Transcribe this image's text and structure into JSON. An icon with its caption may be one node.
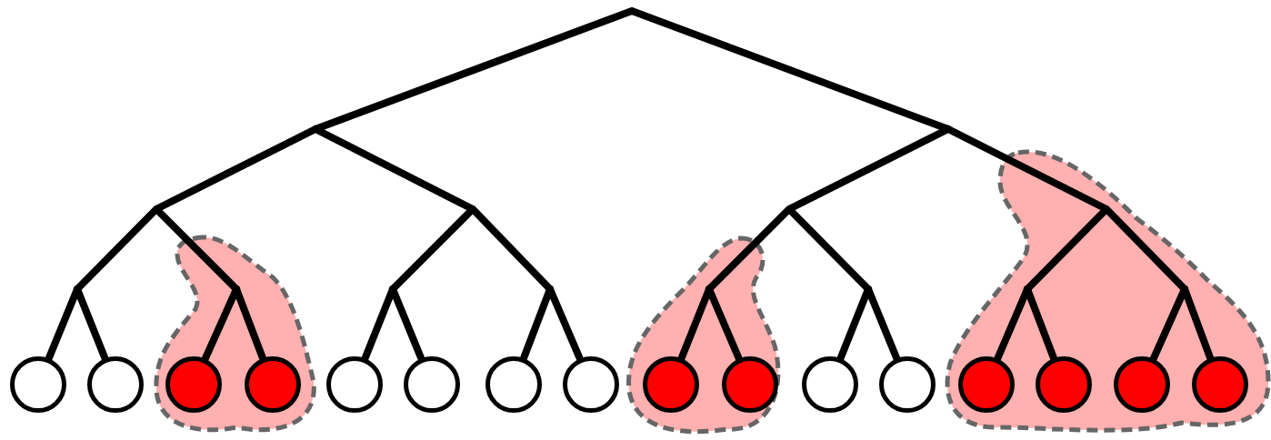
{
  "diagram": {
    "nodes": [
      {
        "text": [],
        "shape": "circle"
      },
      {
        "text": [],
        "shape": "circle"
      },
      {
        "text": [],
        "shape": "circle"
      },
      {
        "text": [],
        "shape": "circle"
      },
      {
        "text": [],
        "shape": "circle"
      },
      {
        "text": [],
        "shape": "circle"
      },
      {
        "text": [],
        "shape": "circle"
      },
      {
        "text": [],
        "shape": "circle"
      },
      {
        "text": [],
        "shape": "circle"
      },
      {
        "text": [],
        "shape": "circle"
      },
      {
        "text": [],
        "shape": "circle"
      },
      {
        "text": [],
        "shape": "circle"
      },
      {
        "text": [],
        "shape": "circle"
      },
      {
        "text": [],
        "shape": "circle"
      },
      {
        "text": [],
        "shape": "circle"
      },
      {
        "text": [],
        "shape": "circle"
      }
    ],
    "edges": [
      {
        "from": null,
        "to": 0,
        "arrow": "none"
      },
      {
        "from": null,
        "to": 1,
        "arrow": "none"
      },
      {
        "from": null,
        "to": 2,
        "arrow": "none"
      },
      {
        "from": null,
        "to": 3,
        "arrow": "none"
      },
      {
        "from": null,
        "to": 4,
        "arrow": "none"
      },
      {
        "from": null,
        "to": 5,
        "arrow": "none"
      },
      {
        "from": null,
        "to": 6,
        "arrow": "none"
      },
      {
        "from": null,
        "to": 7,
        "arrow": "none"
      },
      {
        "from": null,
        "to": 8,
        "arrow": "none"
      },
      {
        "from": null,
        "to": 9,
        "arrow": "none"
      },
      {
        "from": null,
        "to": 10,
        "arrow": "none"
      },
      {
        "from": null,
        "to": 11,
        "arrow": "none"
      },
      {
        "from": null,
        "to": 12,
        "arrow": "none"
      },
      {
        "from": null,
        "to": 13,
        "arrow": "none"
      },
      {
        "from": null,
        "to": 14,
        "arrow": "none"
      },
      {
        "from": null,
        "to": 15,
        "arrow": "none"
      }
    ]
  }
}
